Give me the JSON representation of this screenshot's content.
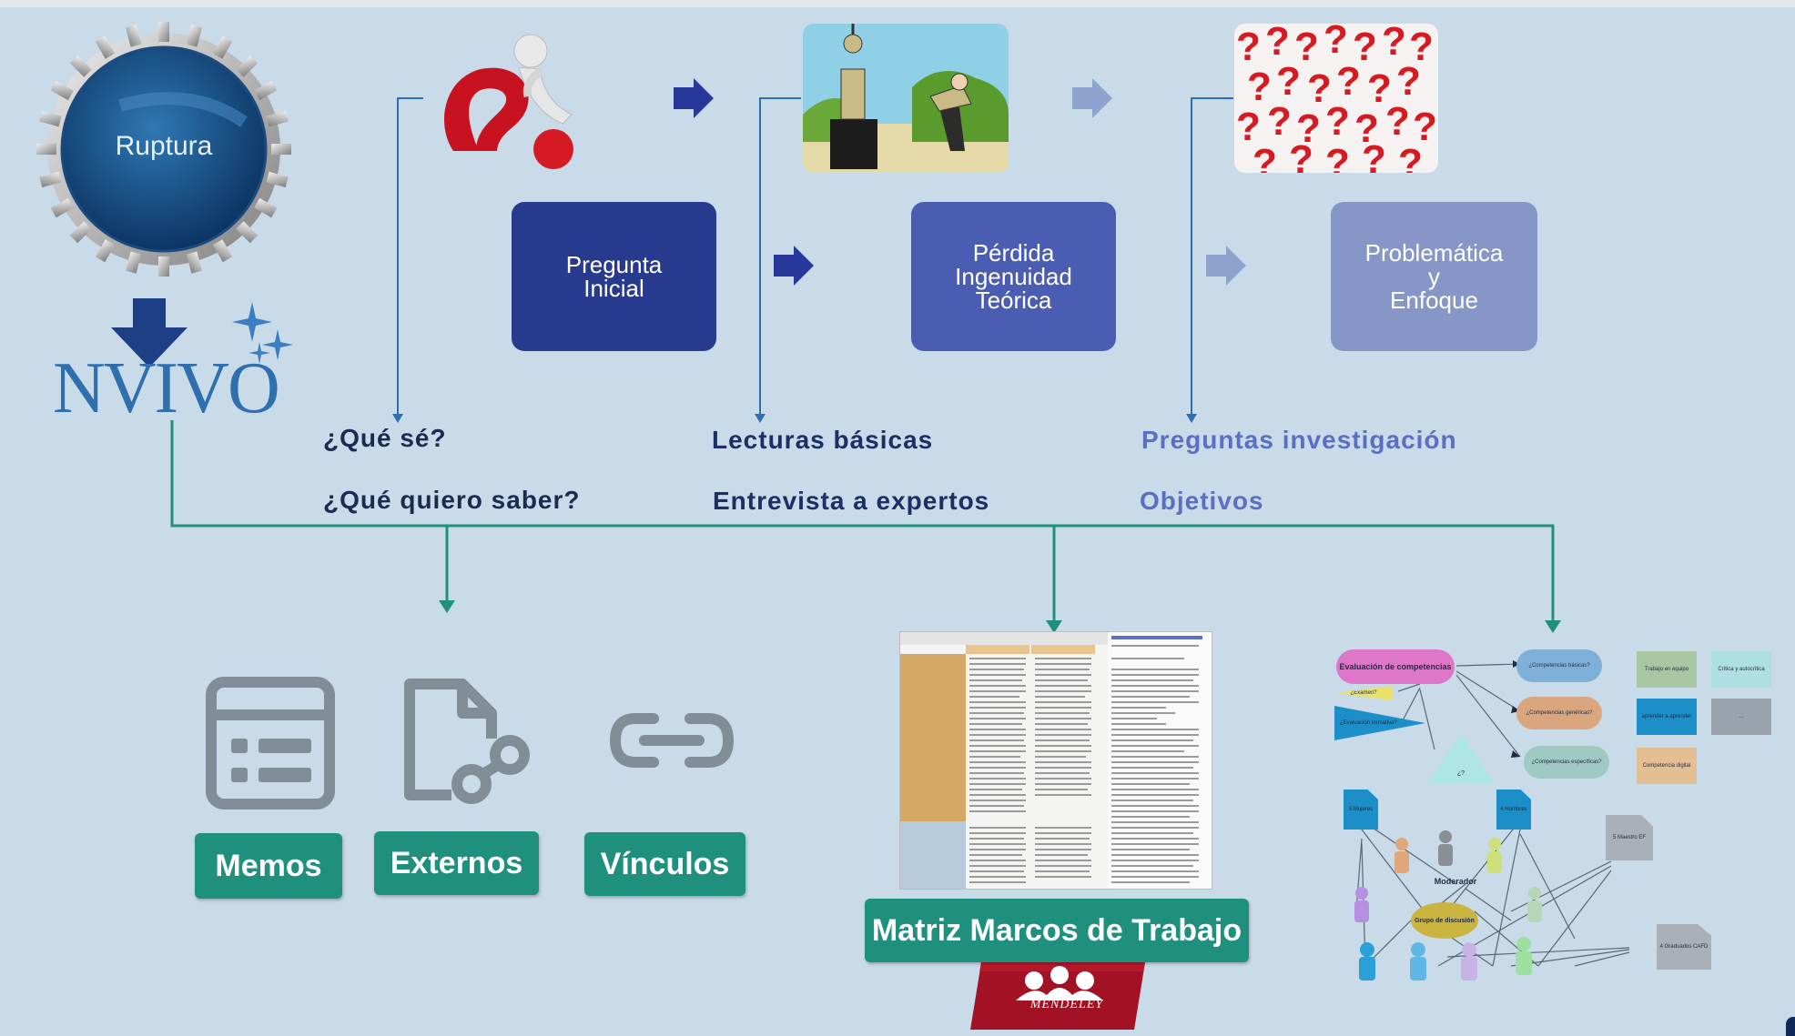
{
  "ruptura": {
    "label": "Ruptura"
  },
  "nvivo": {
    "label": "NVIVO"
  },
  "steps": [
    {
      "label": "Pregunta\nInicial",
      "color": "#283a8e"
    },
    {
      "label": "Pérdida\nIngenuidad\nTeórica",
      "color": "#4a5db3"
    },
    {
      "label": "Problemática\ny\nEnfoque",
      "color": "#8596c7"
    }
  ],
  "col1": {
    "line1": "¿Qué sé?",
    "line2": "¿Qué quiero saber?",
    "color": "#1b2a4f"
  },
  "col2": {
    "line1": "Lecturas básicas",
    "line2": "Entrevista a expertos",
    "color": "#1b2f66"
  },
  "col3": {
    "line1": "Preguntas investigación",
    "line2": "Objetivos",
    "color": "#5a6fc2"
  },
  "tools": {
    "memos": "Memos",
    "externos": "Externos",
    "vinculos": "Vínculos"
  },
  "matrix": {
    "label": "Matriz Marcos de Trabajo",
    "logo": "MENDELEY"
  },
  "mindmap": {
    "center": "Evaluación de competencias",
    "nodes": [
      "¿Competencias básicas?",
      "¿Competencias genéricas?",
      "¿Competencias específicas?",
      "¿Examen?",
      "¿Evaluación formativa?",
      "¿?"
    ],
    "tags": [
      "Trabajo en equipo",
      "Crítica y autocrítica",
      "aprender a aprender",
      "...",
      "Competencia digital"
    ],
    "people": [
      "5 Mujeres",
      "4 Hombres",
      "5 Maestro EF",
      "4 Graduados CAFD"
    ],
    "moderator": "Moderador",
    "group": "Grupo de discusión"
  },
  "colors": {
    "teal": "#1f8f7e",
    "blue_line": "#2d6fb0",
    "arrow_dark": "#27389a",
    "arrow_light": "#8fa3cf"
  }
}
